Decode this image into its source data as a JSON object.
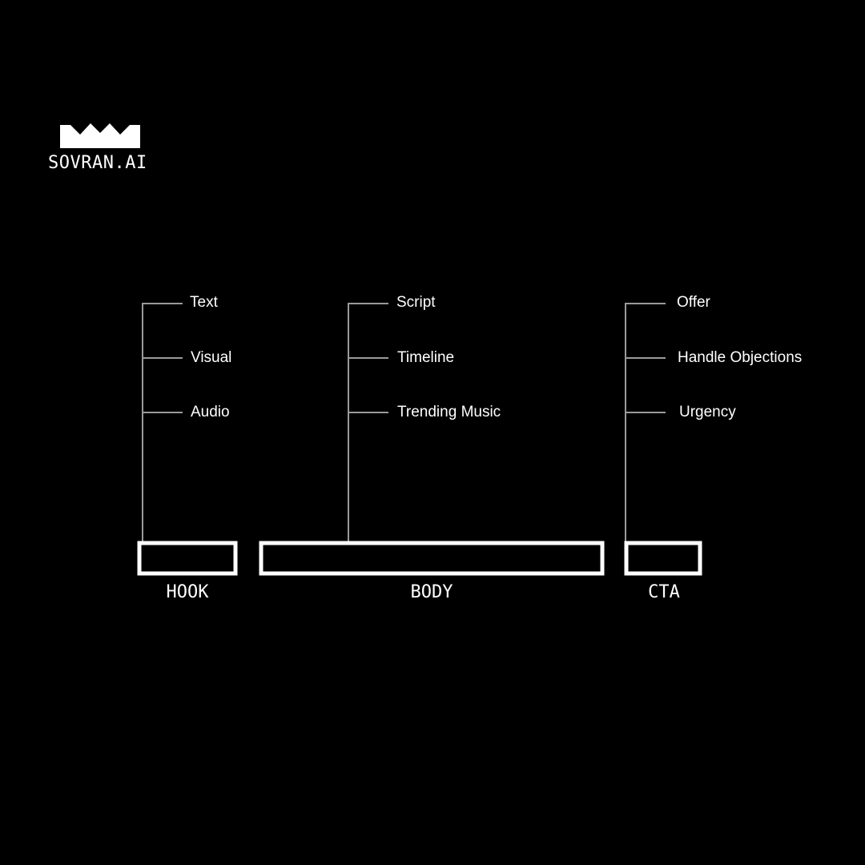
{
  "brand": {
    "name": "SOVRAN.AI",
    "logo_icon": "crown-icon"
  },
  "colors": {
    "background": "#000000",
    "foreground": "#ffffff",
    "connector": "#9a9a9a"
  },
  "sections": [
    {
      "label": "HOOK",
      "items": [
        "Text",
        "Visual",
        "Audio"
      ]
    },
    {
      "label": "BODY",
      "items": [
        "Script",
        "Timeline",
        "Trending Music"
      ]
    },
    {
      "label": "CTA",
      "items": [
        "Offer",
        "Handle Objections",
        "Urgency"
      ]
    }
  ]
}
